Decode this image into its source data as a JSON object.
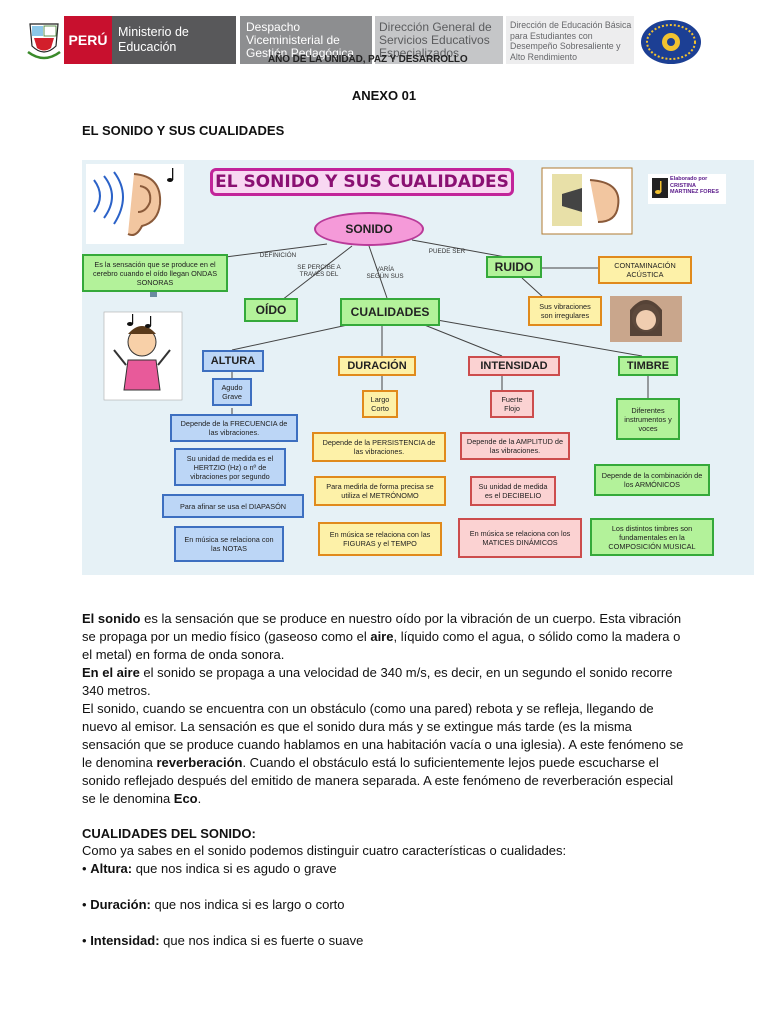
{
  "header": {
    "peru_label": "PERÚ",
    "ministry": "Ministerio de Educación",
    "despacho": "Despacho Viceministerial de Gestión Pedagógica",
    "direccion_general": "Dirección General de Servicios Educativos Especializados",
    "direccion_educacion": "Dirección de Educación Básica para Estudiantes con Desempeño Sobresaliente y Alto Rendimiento",
    "year_motto": "AÑO DE LA UNIDAD, PAZ Y DESARROLLO"
  },
  "doc": {
    "annex": "ANEXO 01",
    "title": "EL SONIDO Y SUS CUALIDADES"
  },
  "mindmap": {
    "title": "EL SONIDO Y SUS CUALIDADES",
    "credit_line1": "Elaborado por",
    "credit_line2": "CRISTINA MARTINEZ FORES",
    "root": "SONIDO",
    "label_definicion": "DEFINICIÓN",
    "label_percibe": "SE PERCIBE A TRAVÉS DEL",
    "label_varia": "VARÍA SEGÚN SUS",
    "label_puede_ser": "PUEDE SER",
    "definition": "Es la sensación que se produce en el cerebro cuando el oído llegan ONDAS SONORAS",
    "oido": "OÍDO",
    "cualidades": "CUALIDADES",
    "ruido": "RUIDO",
    "contaminacion": "CONTAMINACIÓN ACÚSTICA",
    "ruido_desc": "Sus vibraciones son irregulares",
    "altura": {
      "title": "ALTURA",
      "values": "Agudo Grave",
      "depende": "Depende de la FRECUENCIA de las vibraciones.",
      "unidad": "Su unidad de medida es el HERTZIO (Hz) o nº de vibraciones por segundo",
      "afinar": "Para afinar se usa el DIAPASÓN",
      "musica": "En música se relaciona con las NOTAS"
    },
    "duracion": {
      "title": "DURACIÓN",
      "values": "Largo Corto",
      "depende": "Depende de la PERSISTENCIA de las vibraciones.",
      "medir": "Para medirla de forma precisa se utiliza el METRÓNOMO",
      "musica": "En música se relaciona con las FIGURAS y el TEMPO"
    },
    "intensidad": {
      "title": "INTENSIDAD",
      "values": "Fuerte Flojo",
      "depende": "Depende de la AMPLITUD de las vibraciones.",
      "unidad": "Su unidad de medida es el DECIBELIO",
      "musica": "En música se relaciona con los MATICES DINÁMICOS"
    },
    "timbre": {
      "title": "TIMBRE",
      "values": "Diferentes instrumentos y voces",
      "depende": "Depende de la combinación de los ARMÓNICOS",
      "musica": "Los distintos timbres son fundamentales en la COMPOSICIÓN MUSICAL"
    }
  },
  "body": {
    "p1_b1": "El sonido",
    "p1_t1": " es la sensación que se produce en nuestro oído por la vibración de un cuerpo. Esta vibración se propaga por un medio físico (gaseoso como el ",
    "p1_b2": "aire",
    "p1_t2": ", líquido como el agua, o sólido como la madera o el metal) en forma de onda sonora.",
    "p2_b1": "En el aire",
    "p2_t1": " el sonido se propaga a una velocidad de 340 m/s, es decir, en un segundo el sonido recorre 340 metros.",
    "p3_t1": "El sonido, cuando se encuentra con un obstáculo (como una pared) rebota y se refleja, llegando de nuevo al emisor. La sensación es que el sonido dura más y se extingue más tarde (es la misma sensación que se produce cuando hablamos en una habitación vacía o una iglesia). A este fenómeno se le denomina ",
    "p3_b1": "reverberación",
    "p3_t2": ". Cuando el obstáculo está lo suficientemente lejos puede escucharse el sonido reflejado después del emitido de manera separada. A este fenómeno de reverberación especial se le denomina ",
    "p3_b2": "Eco",
    "p3_t3": ".",
    "cual_heading": "CUALIDADES DEL SONIDO:",
    "cual_intro": "Como ya sabes en el sonido podemos distinguir cuatro características o cualidades:",
    "bullet": "•",
    "item1_b": "Altura:",
    "item1_t": " que nos indica si es agudo o grave",
    "item2_b": "Duración:",
    "item2_t": " que nos indica si es largo o corto",
    "item3_b": "Intensidad:",
    "item3_t": " que nos indica si es fuerte o suave"
  }
}
